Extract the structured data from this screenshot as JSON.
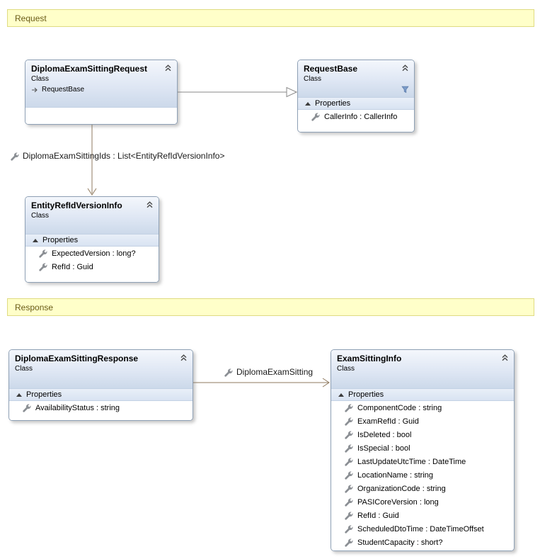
{
  "banners": {
    "request": "Request",
    "response": "Response"
  },
  "classes": {
    "diplomaExamSittingRequest": {
      "title": "DiplomaExamSittingRequest",
      "kind": "Class",
      "base_label": "RequestBase"
    },
    "requestBase": {
      "title": "RequestBase",
      "kind": "Class",
      "section_label": "Properties",
      "properties": [
        "CallerInfo : CallerInfo"
      ]
    },
    "entityRefIdVersionInfo": {
      "title": "EntityRefIdVersionInfo",
      "kind": "Class",
      "section_label": "Properties",
      "properties": [
        "ExpectedVersion : long?",
        "RefId : Guid"
      ]
    },
    "diplomaExamSittingResponse": {
      "title": "DiplomaExamSittingResponse",
      "kind": "Class",
      "section_label": "Properties",
      "properties": [
        "AvailabilityStatus : string"
      ]
    },
    "examSittingInfo": {
      "title": "ExamSittingInfo",
      "kind": "Class",
      "section_label": "Properties",
      "properties": [
        "ComponentCode : string",
        "ExamRefId : Guid",
        "IsDeleted : bool",
        "IsSpecial : bool",
        "LastUpdateUtcTime : DateTime",
        "LocationName : string",
        "OrganizationCode : string",
        "PASICoreVersion : long",
        "RefId : Guid",
        "ScheduledDtoTime : DateTimeOffset",
        "StudentCapacity : short?"
      ]
    }
  },
  "associations": {
    "diplomaExamSittingIds": {
      "label": "DiplomaExamSittingIds : List<EntityRefIdVersionInfo>"
    },
    "diplomaExamSitting": {
      "label": "DiplomaExamSitting"
    }
  },
  "icons": {
    "property": "wrench-icon",
    "collapse": "chevron-collapse-icon",
    "filter": "funnel-icon",
    "base_class": "arrow-right-icon",
    "section": "expander-triangle-icon"
  },
  "colors": {
    "banner_bg": "#FFFFC9",
    "banner_border": "#DFDB82",
    "box_border": "#8EA0B5",
    "header_gradient_bottom": "#CCD9EA",
    "association_line": "#8F7A5F",
    "inheritance_line": "#8A8A8A"
  }
}
